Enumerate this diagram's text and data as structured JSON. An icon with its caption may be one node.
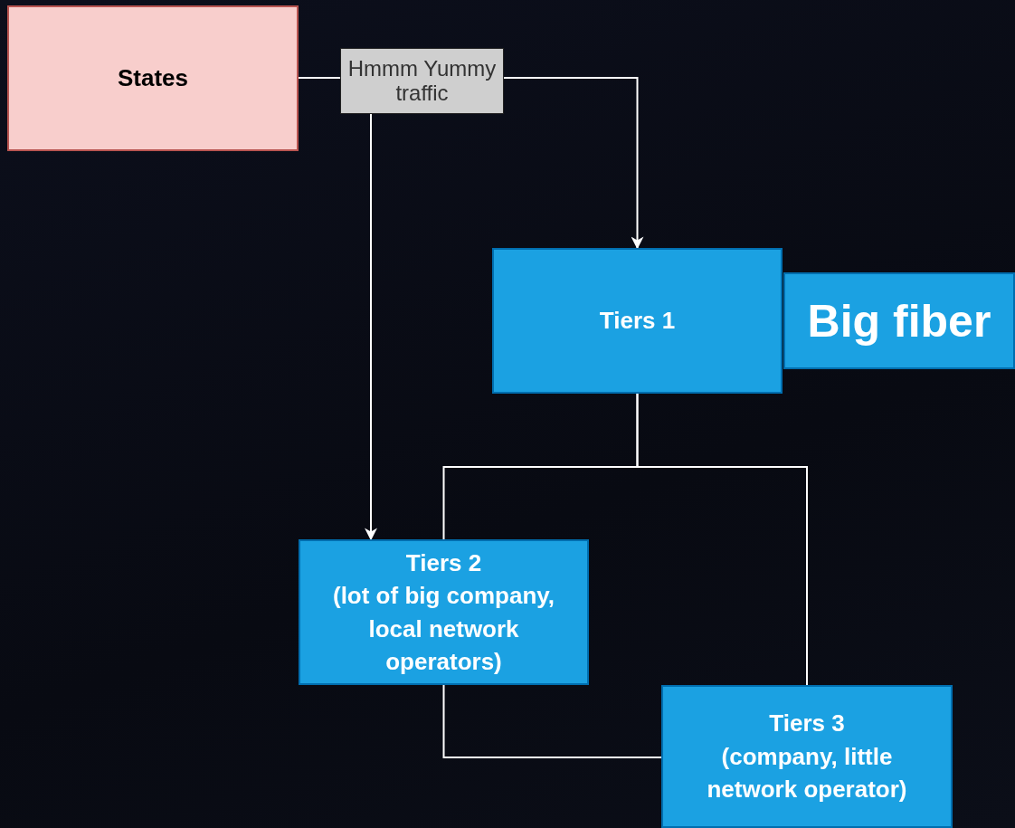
{
  "diagram": {
    "nodes": [
      {
        "text": [
          "States"
        ]
      },
      {
        "text": [
          "Hmmm Yummy traffic"
        ]
      },
      {
        "text": [
          "Tiers 1"
        ]
      },
      {
        "text": [
          "Big fiber"
        ]
      },
      {
        "text": [
          "Tiers 2",
          "(lot of big company, local network operators)"
        ]
      },
      {
        "text": [
          "Tiers 3",
          "(company, little network operator)"
        ]
      }
    ],
    "edges": [
      {
        "from": 0,
        "to": 1,
        "arrow": "none"
      },
      {
        "from": 1,
        "to": 2,
        "arrow": "to"
      },
      {
        "from": 1,
        "to": 4,
        "arrow": "to"
      },
      {
        "from": 2,
        "to": 4,
        "arrow": "none"
      },
      {
        "from": 2,
        "to": 5,
        "arrow": "none"
      },
      {
        "from": 4,
        "to": 5,
        "arrow": "none"
      }
    ]
  }
}
